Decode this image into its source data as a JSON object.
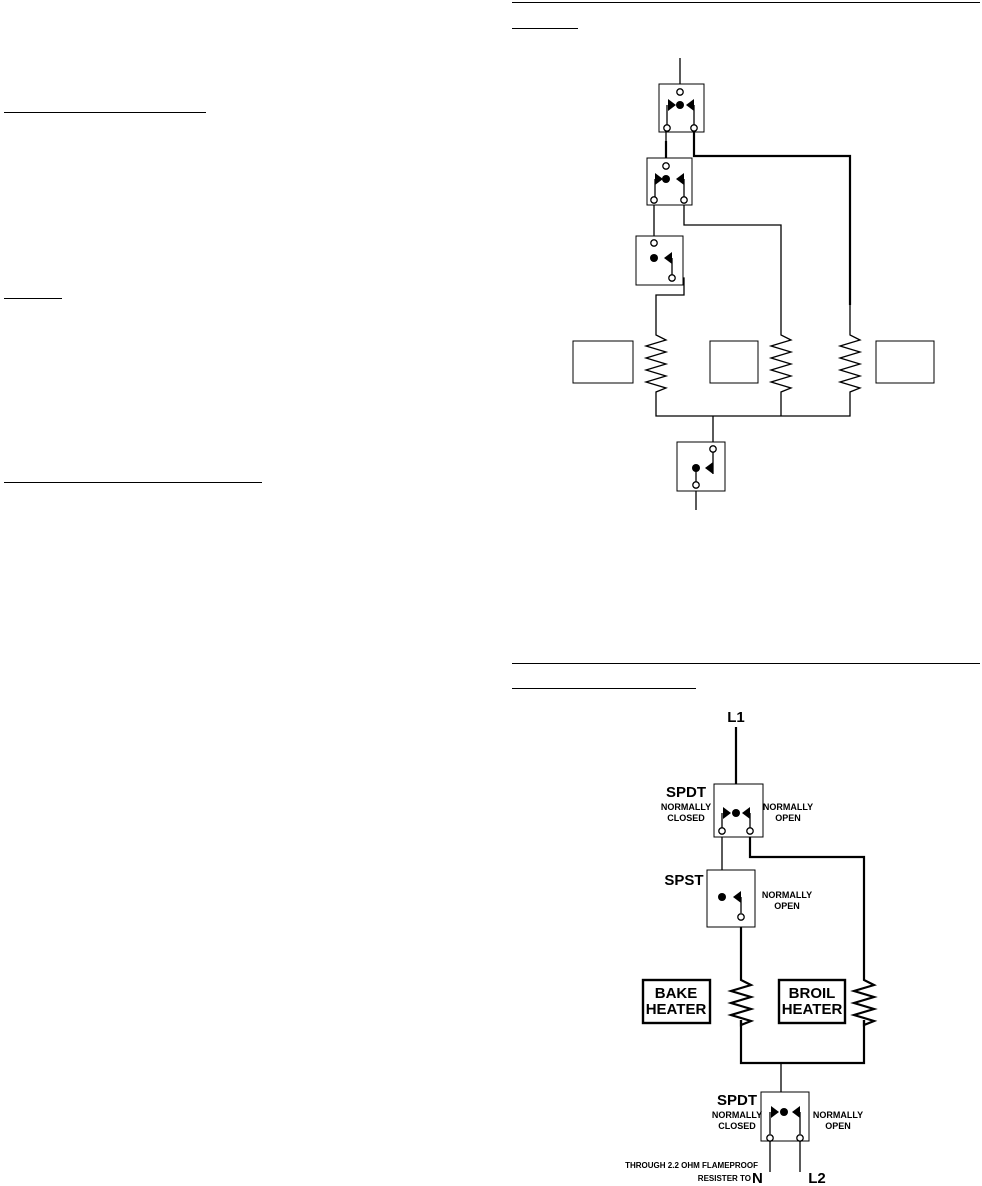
{
  "diagram_bottom": {
    "line_labels": {
      "l1": "L1",
      "l2": "L2",
      "n": "N",
      "n_prefix": "THROUGH 2.2 OHM FLAMEPROOF",
      "n_prefix2": "RESISTER TO"
    },
    "top_switch": {
      "type": "SPDT",
      "left": [
        "NORMALLY",
        "CLOSED"
      ],
      "right": [
        "NORMALLY",
        "OPEN"
      ]
    },
    "mid_switch": {
      "type": "SPST",
      "right": [
        "NORMALLY",
        "OPEN"
      ]
    },
    "bottom_switch": {
      "type": "SPDT",
      "left": [
        "NORMALLY",
        "CLOSED"
      ],
      "right": [
        "NORMALLY",
        "OPEN"
      ]
    },
    "heaters": {
      "bake": [
        "BAKE",
        "HEATER"
      ],
      "broil": [
        "BROIL",
        "HEATER"
      ]
    }
  },
  "icons": [
    "relay-switch-icon",
    "resistor-icon"
  ]
}
